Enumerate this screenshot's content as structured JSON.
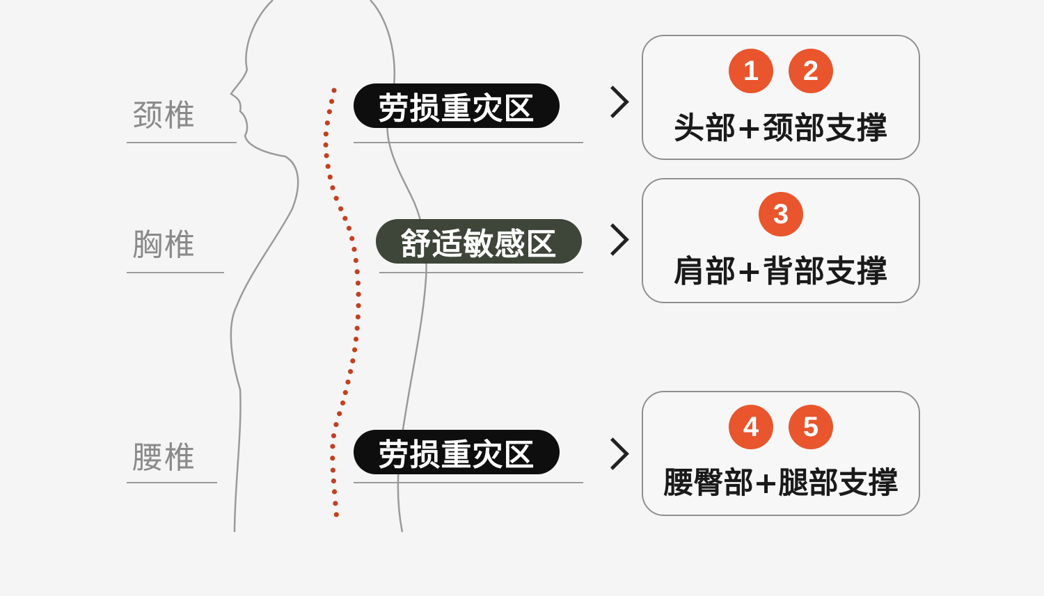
{
  "spine_labels": {
    "cervical": "颈椎",
    "thoracic": "胸椎",
    "lumbar": "腰椎"
  },
  "zones": [
    {
      "label": "劳损重灾区",
      "style": "dark"
    },
    {
      "label": "舒适敏感区",
      "style": "olive"
    },
    {
      "label": "劳损重灾区",
      "style": "dark"
    }
  ],
  "support_boxes": [
    {
      "badges": [
        "1",
        "2"
      ],
      "text": "头部+颈部支撑"
    },
    {
      "badges": [
        "3"
      ],
      "text": "肩部+背部支撑"
    },
    {
      "badges": [
        "4",
        "5"
      ],
      "text": "腰臀部+腿部支撑"
    }
  ],
  "colors": {
    "badge": "#e9552c",
    "dots": "#c4401e",
    "pill_dark": "#0e0e0e",
    "pill_olive": "#3e4539",
    "silhouette": "#9a9a9a"
  },
  "icons": {
    "arrow": "chevron-right-icon"
  }
}
